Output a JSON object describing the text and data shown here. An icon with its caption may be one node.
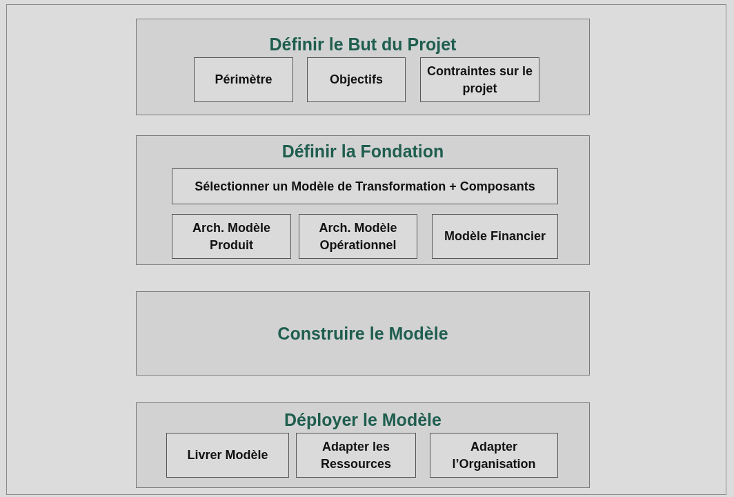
{
  "diagram": {
    "nodes": [
      {
        "text": [
          "Définir le But du Projet"
        ]
      },
      {
        "text": [
          "Périmètre"
        ],
        "in": 0
      },
      {
        "text": [
          "Objectifs"
        ],
        "in": 0
      },
      {
        "text": [
          "Contraintes sur le projet"
        ],
        "in": 0
      },
      {
        "text": [
          "Définir la Fondation"
        ]
      },
      {
        "text": [
          "Sélectionner un Modèle de Transformation + Composants"
        ],
        "in": 4
      },
      {
        "text": [
          "Arch. Modèle Produit"
        ],
        "in": 4
      },
      {
        "text": [
          "Arch. Modèle Opérationnel"
        ],
        "in": 4
      },
      {
        "text": [
          "Modèle Financier"
        ],
        "in": 4
      },
      {
        "text": [
          "Construire le Modèle"
        ]
      },
      {
        "text": [
          "Déployer le Modèle"
        ]
      },
      {
        "text": [
          "Livrer Modèle"
        ],
        "in": 10
      },
      {
        "text": [
          "Adapter les Ressources"
        ],
        "in": 10
      },
      {
        "text": [
          "Adapter l’Organisation"
        ],
        "in": 10
      }
    ]
  }
}
